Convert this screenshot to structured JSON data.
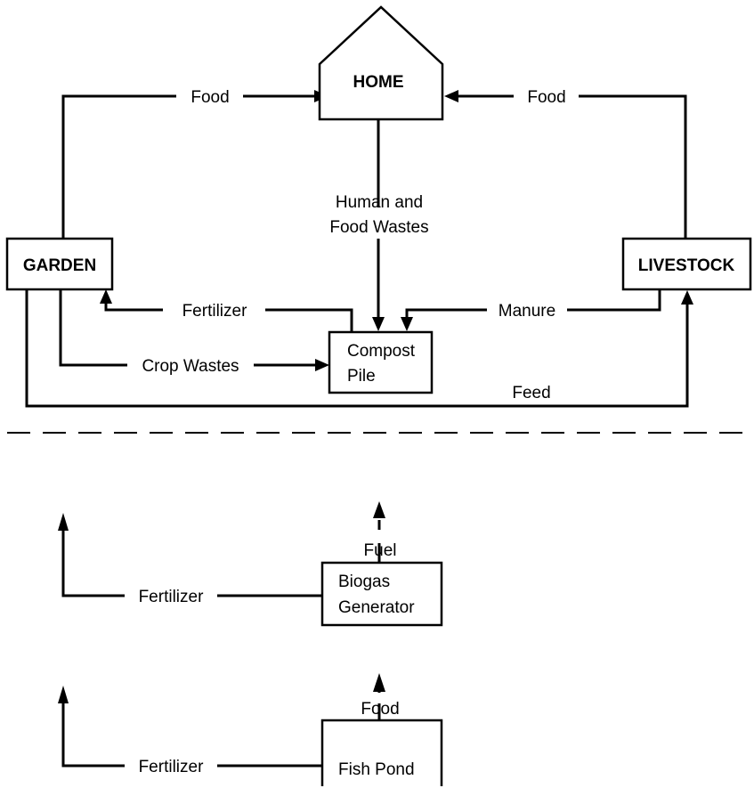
{
  "nodes": {
    "home": "HOME",
    "garden": "GARDEN",
    "livestock": "LIVESTOCK",
    "compost": [
      "Compost",
      "Pile"
    ],
    "biogas": [
      "Biogas",
      "Generator"
    ],
    "fish_pond": "Fish Pond"
  },
  "edges": {
    "garden_to_home": "Food",
    "livestock_to_home": "Food",
    "home_to_compost": [
      "Human and",
      "Food Wastes"
    ],
    "compost_to_garden": "Fertilizer",
    "livestock_to_compost": "Manure",
    "garden_to_compost": "Crop Wastes",
    "garden_to_livestock": "Feed",
    "biogas_fuel": "Fuel",
    "biogas_fertilizer": "Fertilizer",
    "pond_food": "Food",
    "pond_fertilizer": "Fertilizer"
  }
}
